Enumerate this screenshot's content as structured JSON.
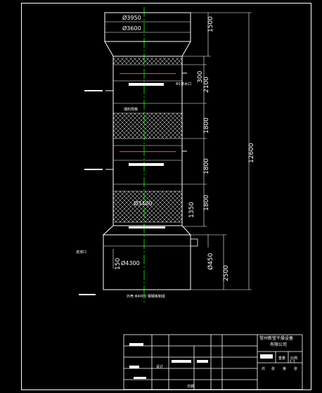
{
  "drawing": {
    "dims_diameter": {
      "top_outer": "Ø3950",
      "top_inner": "Ø3600",
      "body": "Ø3400",
      "bottom": "Ø4300",
      "nozzle": "Ø450"
    },
    "dims_vertical": {
      "top_cone": "1500",
      "spacing_1": "300",
      "section_1": "2100",
      "section_2": "1800",
      "section_3": "1800",
      "section_4": "1800",
      "section_5": "1350",
      "bottom_nozzle": "150",
      "bottom_height": "2500",
      "total_height": "12600"
    },
    "labels": {
      "inlet": "进液口",
      "nozzle_top": "Φ1进水口",
      "packing": "填料规格",
      "base_note": "外壳 Φ4000 钢钢板制成"
    }
  },
  "title_block": {
    "company_line1": "常州新莹干燥设备",
    "company_line2": "有限公司",
    "weight": "重量",
    "scale": "比例",
    "total": "共",
    "sheet_word": "张",
    "page_word": "第",
    "page_suffix": "张",
    "design": "设计",
    "date": "日期",
    "scale_value": "1:1"
  }
}
